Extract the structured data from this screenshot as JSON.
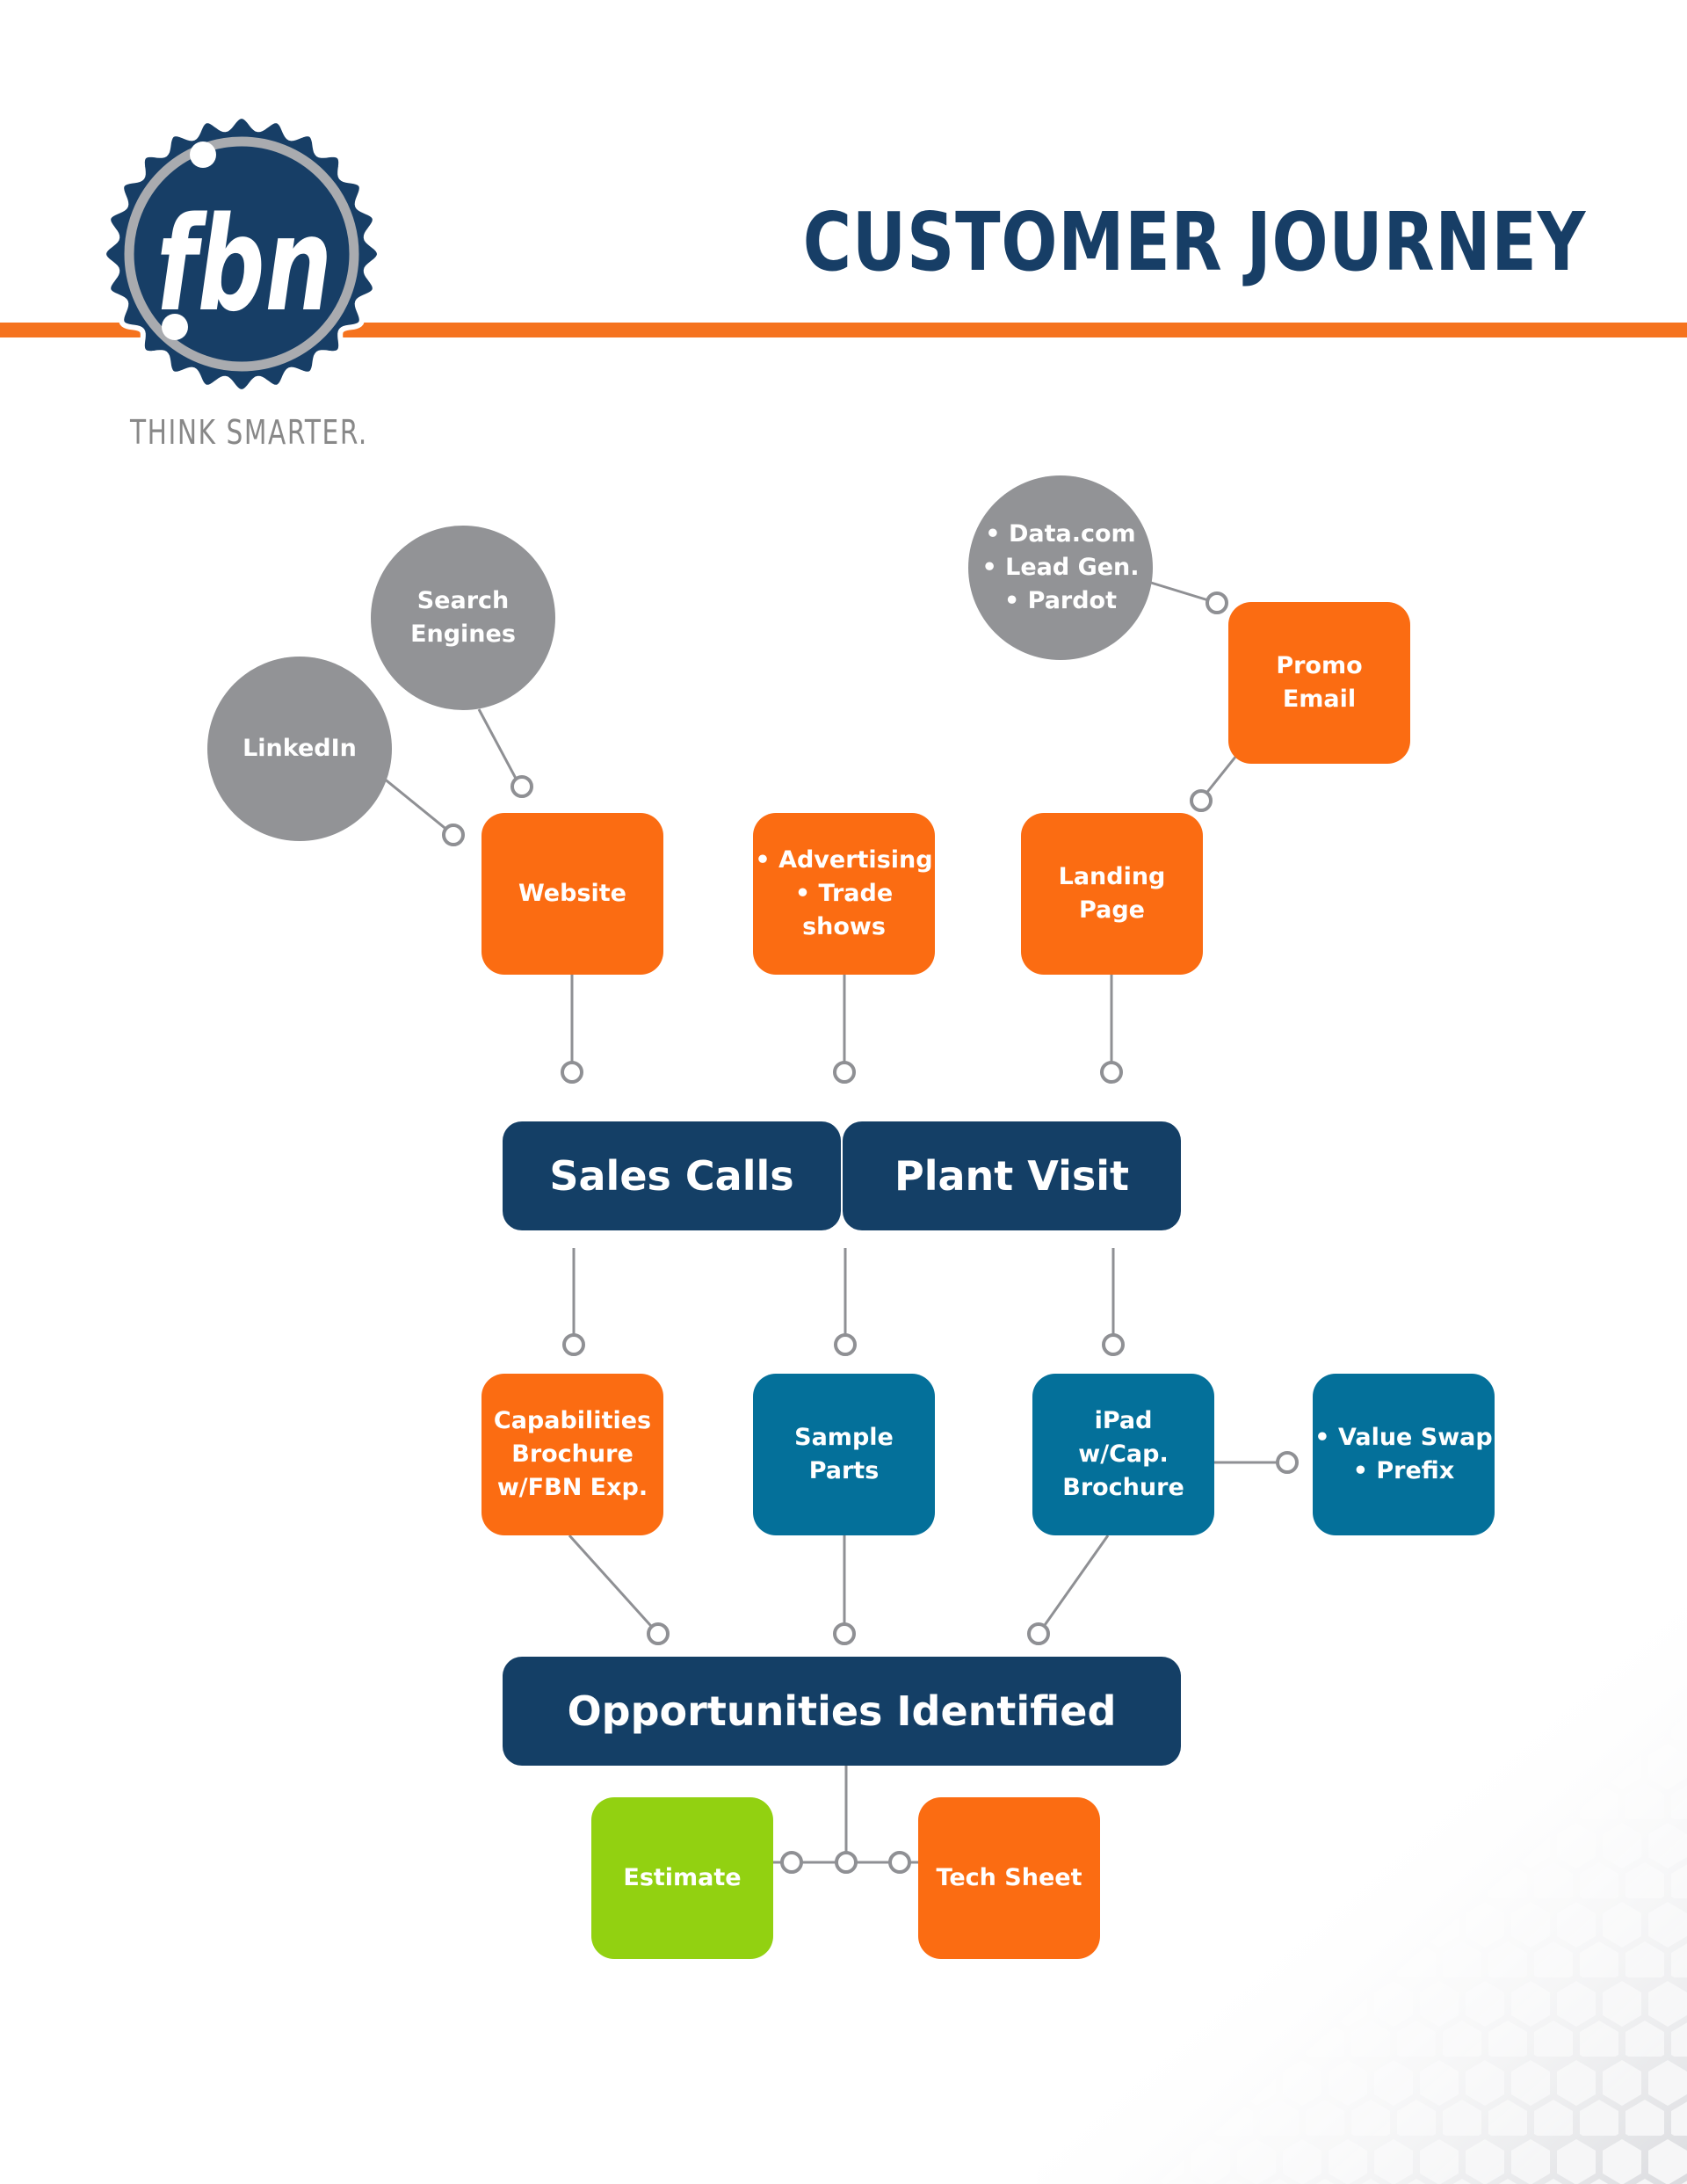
{
  "header": {
    "title": "CUSTOMER JOURNEY",
    "logo_text": "fbn",
    "tagline": "THINK SMARTER."
  },
  "colors": {
    "orange": "#fb6c12",
    "navy": "#143f66",
    "teal": "#04709a",
    "green": "#92d111",
    "gray": "#929396"
  },
  "nodes": {
    "linkedin": "LinkedIn",
    "search_engines": "Search\nEngines",
    "data_sources": "• Data.com\n• Lead Gen.\n• Pardot",
    "promo_email": "Promo\nEmail",
    "website": "Website",
    "advertising": "• Advertising\n• Trade shows",
    "landing_page": "Landing\nPage",
    "sales_calls": "Sales Calls",
    "plant_visit": "Plant Visit",
    "capabilities_brochure": "Capabilities\nBrochure\nw/FBN Exp.",
    "sample_parts": "Sample\nParts",
    "ipad_brochure": "iPad\nw/Cap.\nBrochure",
    "value_swap": "• Value Swap\n• Prefix",
    "opportunities": "Opportunities Identified",
    "estimate": "Estimate",
    "tech_sheet": "Tech Sheet"
  }
}
